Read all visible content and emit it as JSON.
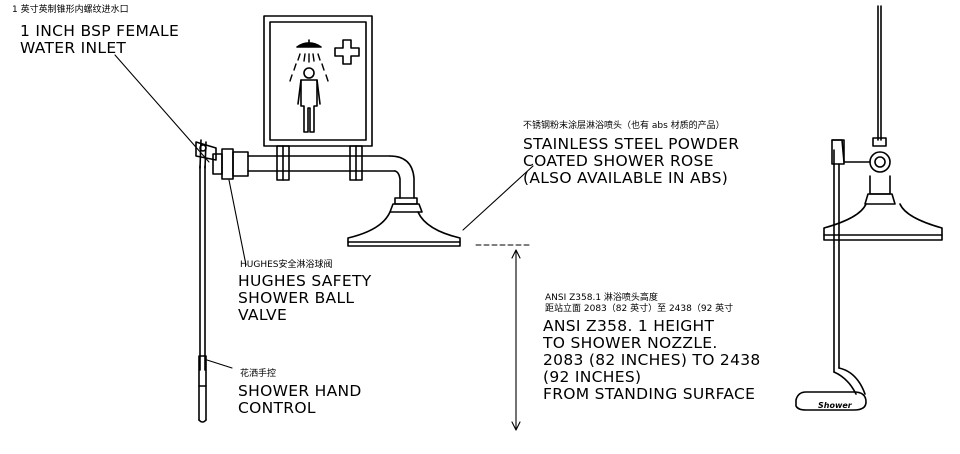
{
  "labels": {
    "inlet": {
      "zh": "1 英寸英制锥形内螺纹进水口",
      "en": [
        "1 INCH BSP FEMALE",
        "WATER INLET"
      ]
    },
    "shower_rose": {
      "zh": "不锈钢粉末涂层淋浴喷头（也有 abs 材质的产品）",
      "en": [
        "STAINLESS STEEL POWDER",
        "COATED SHOWER ROSE",
        "(ALSO AVAILABLE IN ABS)"
      ]
    },
    "ball_valve": {
      "zh": "HUGHES安全淋浴球阀",
      "en": [
        "HUGHES SAFETY",
        "SHOWER BALL",
        "VALVE"
      ]
    },
    "height": {
      "zh": [
        "ANSI Z358.1 淋浴喷头高度",
        "距站立面 2083（82 英寸）至 2438（92 英寸"
      ],
      "en": [
        "ANSI Z358. 1 HEIGHT",
        "TO SHOWER NOZZLE.",
        "2083 (82 INCHES) TO 2438",
        "(92 INCHES)",
        "FROM STANDING SURFACE"
      ]
    },
    "hand_control": {
      "zh": "花洒手控",
      "en": [
        "SHOWER HAND",
        "CONTROL"
      ]
    }
  },
  "pedal_text": "Shower",
  "colors": {
    "line": "#000000",
    "background": "#ffffff"
  }
}
